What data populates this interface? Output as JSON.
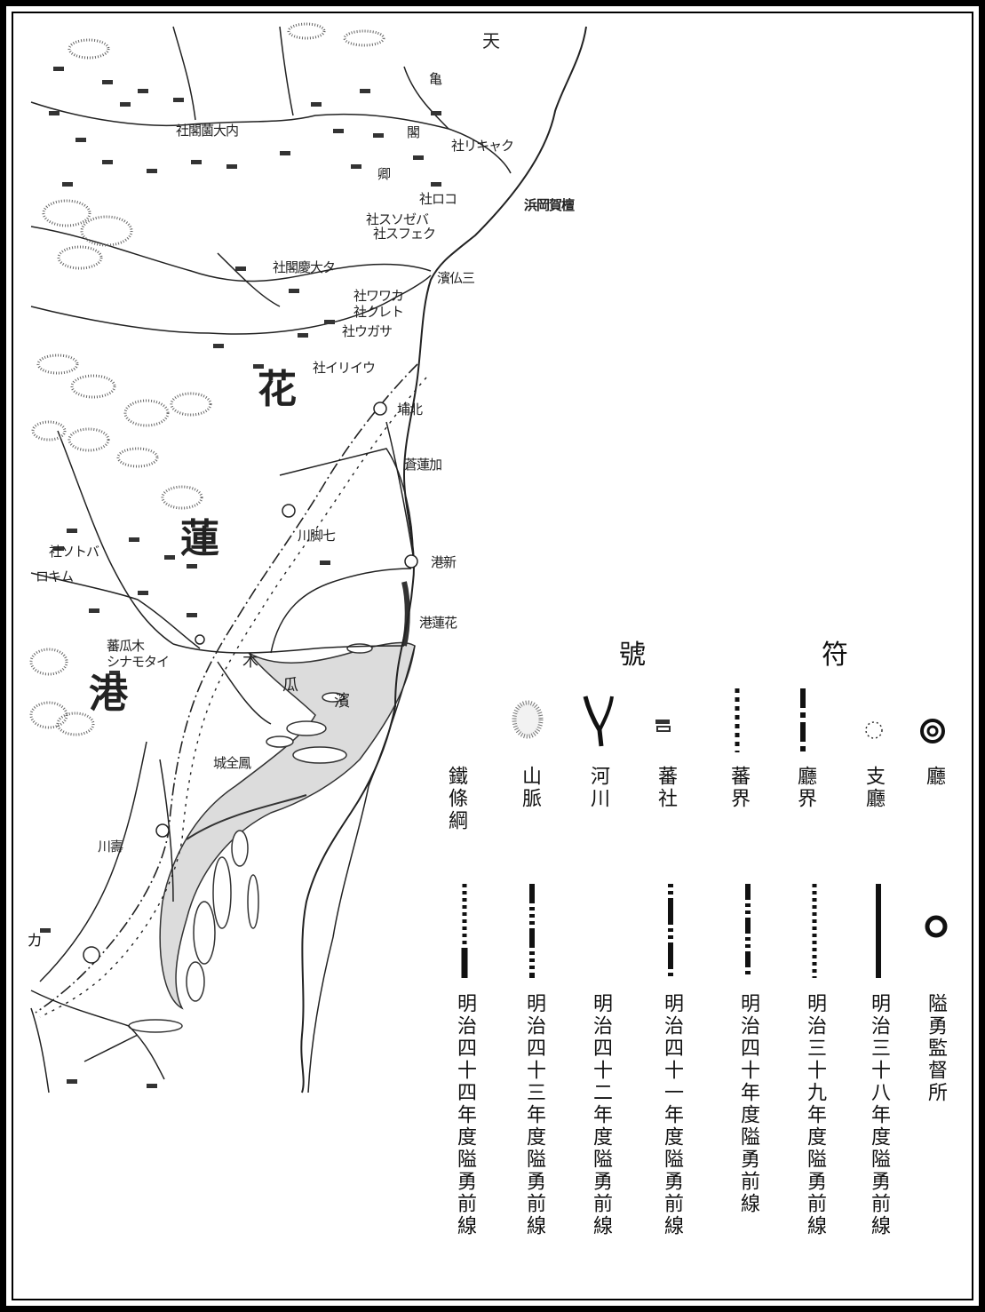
{
  "map": {
    "labels": {
      "neisha_taiwan_sha": "社閣薗大内",
      "rikyaku_sha": "社リキャク",
      "koro_sha": "社ロコ",
      "sunozebu_sha": "社スソゼバ",
      "fukeku_sha": "社スフェク",
      "kowatsuman_sha": "社閣慶大タ",
      "kawan_sha": "社ワワカ",
      "kurero_sha": "社クレト",
      "ugasa_sha": "社ウガサ",
      "iyui_sha": "社イリイウ",
      "heisha_ura": "浜岡賀檀",
      "mitsu_ura": "濱仏三",
      "kouren_kai": "蒼蓮加",
      "kita_pu": "埔北",
      "shichikyaku_sen": "川脚七",
      "shin_kou": "港新",
      "karen_kou": "港蓮花",
      "mokka_sha": "蕃瓜木",
      "nanmotai": "シナモタイ",
      "hotsuba": "社ソトバ",
      "rokimu": "ロキム",
      "hozen_jou": "城全鳳",
      "shiwa_ka": "川壽",
      "ka": "カ",
      "tian": "天",
      "ten_small": "亀",
      "kyu": "閣",
      "ho": "卿"
    },
    "region_big": {
      "ka": "花",
      "ren": "蓮",
      "kou": "港"
    },
    "river_labels": {
      "mu": "木",
      "kua": "瓜",
      "bin": "濱"
    }
  },
  "legend": {
    "title_left": "號",
    "title_right": "符",
    "row1": [
      {
        "name": "office",
        "label": "廳",
        "icon": "double-circle-icon"
      },
      {
        "name": "branch-office",
        "label": "支廳",
        "icon": "dotted-circle-icon"
      },
      {
        "name": "office-boundary",
        "label": "廳界",
        "icon": "dash-dot-line-icon"
      },
      {
        "name": "aboriginal-boundary",
        "label": "蕃界",
        "icon": "dotted-line-icon"
      },
      {
        "name": "aboriginal-village",
        "label": "蕃社",
        "icon": "village-mark-icon"
      },
      {
        "name": "river",
        "label": "河川",
        "icon": "river-fork-icon"
      },
      {
        "name": "mountain-range",
        "label": "山脈",
        "icon": "mountain-ring-icon"
      },
      {
        "name": "railway",
        "label": "鐵條綱",
        "icon": ""
      }
    ],
    "row2": [
      {
        "name": "guard-office",
        "label": "隘勇監督所",
        "icon": "circle-icon"
      },
      {
        "name": "line-m38",
        "label": "明治三十八年度隘勇前線",
        "icon": "solid-line-icon"
      },
      {
        "name": "line-m39",
        "label": "明治三十九年度隘勇前線",
        "icon": "dotted-line-icon"
      },
      {
        "name": "line-m40",
        "label": "明治四十年度隘勇前線",
        "icon": "dash-dot-dot-line-icon"
      },
      {
        "name": "line-m41",
        "label": "明治四十一年度隘勇前線",
        "icon": "long-dash-dot-line-icon"
      },
      {
        "name": "line-m42",
        "label": "明治四十二年度隘勇前線",
        "icon": ""
      },
      {
        "name": "line-m43",
        "label": "明治四十三年度隘勇前線",
        "icon": "dash-dots-line-icon"
      },
      {
        "name": "line-m44",
        "label": "明治四十四年度隘勇前線",
        "icon": "dots-bar-line-icon"
      }
    ]
  }
}
